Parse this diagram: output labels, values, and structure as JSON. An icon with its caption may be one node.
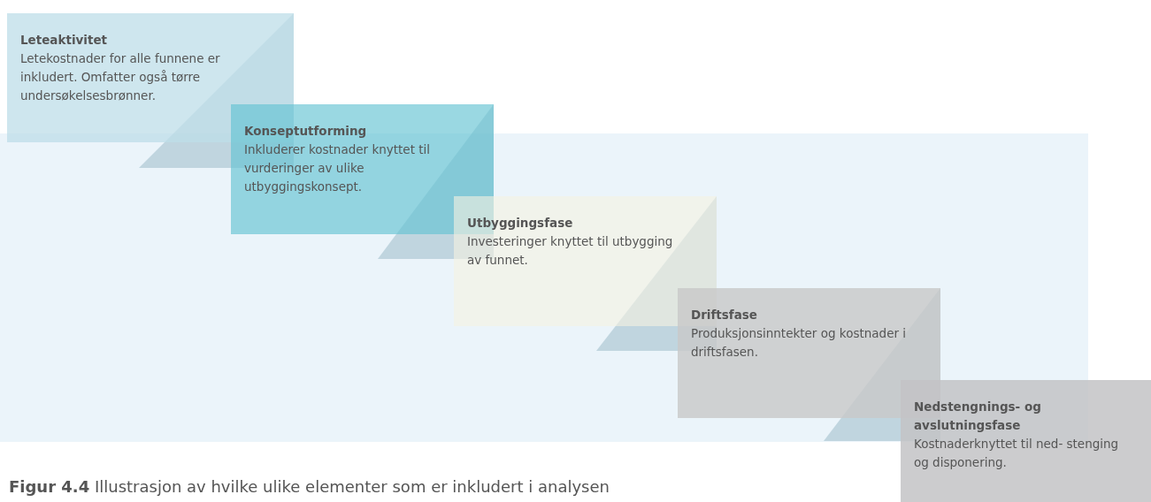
{
  "diagram": {
    "caption": "**Figur 4.4** Illustrasjon av hvilke ulike elementer som er inkludert i analysen",
    "nodes": [
      {
        "text": [
          "Leteaktivitet",
          "Letekostnader for alle funnene er inkludert. Omfatter også tørre undersøkelsesbrønner."
        ]
      },
      {
        "text": [
          "Konseptutforming",
          "Inkluderer kostnader knyttet til vurderinger av ulike utbyggingskonsept."
        ]
      },
      {
        "text": [
          "Utbyggingsfase",
          "Investeringer knyttet til utbygging av funnet."
        ]
      },
      {
        "text": [
          "Driftsfase",
          "Produksjonsinntekter og kostnader i driftsfasen."
        ]
      },
      {
        "text": [
          "Nedstengnings- og avslutningsfase",
          "Kostnaderknyttet til ned- stenging og disponering."
        ]
      },
      {
        "text": [],
        "shape": "triangle"
      },
      {
        "text": [],
        "shape": "triangle"
      },
      {
        "text": [],
        "shape": "triangle"
      },
      {
        "text": [],
        "shape": "triangle"
      }
    ]
  }
}
